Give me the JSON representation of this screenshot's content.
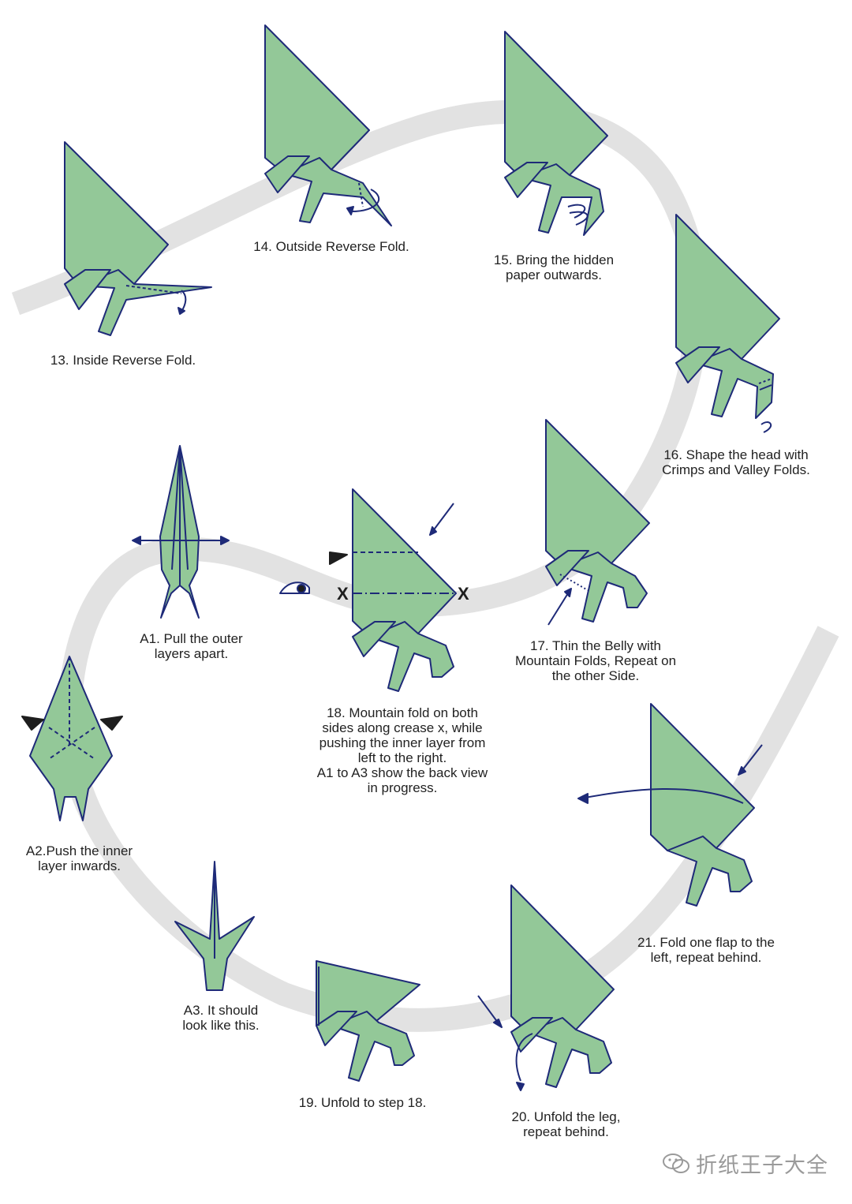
{
  "colors": {
    "paper": "#93c898",
    "line": "#1e2a78",
    "track": "#e2e2e2",
    "caption": "#222222"
  },
  "steps": {
    "s13": "13. Inside Reverse Fold.",
    "s14": "14. Outside Reverse Fold.",
    "s15": "15. Bring the hidden\npaper outwards.",
    "s16": "16. Shape the head with\nCrimps and Valley Folds.",
    "s17": "17. Thin the Belly with\nMountain Folds, Repeat on\nthe other Side.",
    "s18": "18. Mountain fold on both\nsides along crease x, while\npushing the inner layer from\nleft to the right.\nA1 to A3 show the back view\nin progress.",
    "a1": "A1. Pull the outer\nlayers apart.",
    "a2": "A2.Push the inner\nlayer inwards.",
    "a3": "A3. It should\nlook like this.",
    "s19": "19. Unfold to step 18.",
    "s20": "20. Unfold the leg,\nrepeat behind.",
    "s21": "21. Fold one flap to the\nleft, repeat behind."
  },
  "crease_labels": {
    "left": "X",
    "right": "X"
  },
  "watermark": "折纸王子大全"
}
